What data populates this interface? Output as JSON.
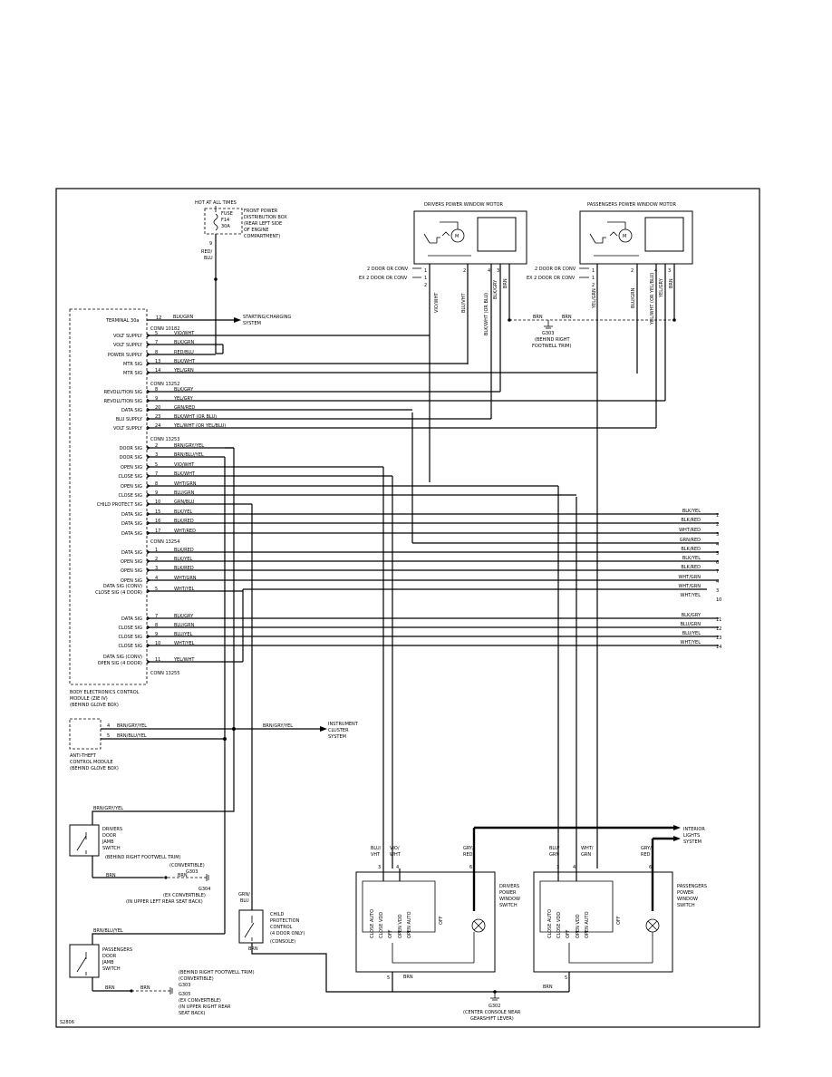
{
  "diagram_id": "S2806",
  "fuse": {
    "hot": "HOT AT ALL TIMES",
    "l1": "FUSE",
    "l2": "F14",
    "l3": "30A",
    "pin": "9",
    "wire1": "RED/",
    "wire2": "BLU",
    "box1": "FRONT POWER",
    "box2": "DISTRIBUTION BOX",
    "box3": "(REAR LEFT SIDE",
    "box4": "OF ENGINE",
    "box5": "COMPARTMENT)"
  },
  "driver_motor": {
    "title": "DRIVERS POWER WINDOW MOTOR",
    "motor": "M",
    "pins": [
      "1",
      "2",
      "4",
      "3"
    ],
    "wires": [
      "VIO/WHT",
      "BLU/VHT",
      "BLK/WHT (OR BLU)",
      "BLK/GRY",
      "BRN"
    ]
  },
  "passenger_motor": {
    "title": "PASSENGERS POWER WINDOW MOTOR",
    "motor": "M",
    "pins": [
      "1",
      "2",
      "4",
      "3"
    ],
    "wires": [
      "YEL/GRN",
      "BLU/GRN",
      "YEL/WHT (OR YEL/BLU)",
      "YEL/GRY",
      "BRN"
    ]
  },
  "door_labels": {
    "two_door": "2 DOOR OR CONV",
    "ex_two_door": "EX 2 DOOR OR CONV",
    "pin1": "1",
    "pin2": "2"
  },
  "g303_top": {
    "brn1": "BRN",
    "brn2": "BRN",
    "name": "G303",
    "loc1": "(BEHIND RIGHT",
    "loc2": "FOOTWELL TRIM)"
  },
  "terminal30": {
    "name": "TERMINAL 30a",
    "pin": "12",
    "wire": "BLK/GRN",
    "dest1": "STARTING/CHARGING",
    "dest2": "SYSTEM"
  },
  "connectors": [
    "CONN 10182",
    "CONN 13252",
    "CONN 13253",
    "CONN 13254",
    "CONN 13255"
  ],
  "pins_a": [
    {
      "label": "VOLT SUPPLY",
      "pin": "5",
      "wire": "VIO/WHT"
    },
    {
      "label": "VOLT SUPPLY",
      "pin": "7",
      "wire": "BLK/GRN"
    },
    {
      "label": "POWER SUPPLY",
      "pin": "8",
      "wire": "RED/BLU"
    },
    {
      "label": "MTR SIG",
      "pin": "13",
      "wire": "BLK/WHT"
    },
    {
      "label": "MTR SIG",
      "pin": "14",
      "wire": "YEL/GRN"
    }
  ],
  "pins_b": [
    {
      "label": "REVOLUTION SIG",
      "pin": "8",
      "wire": "BLK/GRY"
    },
    {
      "label": "REVOLUTION SIG",
      "pin": "9",
      "wire": "YEL/GRY"
    },
    {
      "label": "DATA SIG",
      "pin": "20",
      "wire": "GRN/RED"
    },
    {
      "label": "BLU SUPPLY",
      "pin": "23",
      "wire": "BLK/WHT (OR BLU)"
    },
    {
      "label": "VOLT SUPPLY",
      "pin": "24",
      "wire": "YEL/WHT (OR YEL/BLU)"
    }
  ],
  "pins_c": [
    {
      "label": "DOOR SIG",
      "pin": "2",
      "wire": "BRN/GRY/YEL"
    },
    {
      "label": "DOOR SIG",
      "pin": "3",
      "wire": "BRN/BLU/YEL"
    },
    {
      "label": "OPEN SIG",
      "pin": "5",
      "wire": "VIO/WHT"
    },
    {
      "label": "CLOSE SIG",
      "pin": "7",
      "wire": "BLK/WHT"
    },
    {
      "label": "OPEN SIG",
      "pin": "8",
      "wire": "WHT/GRN"
    },
    {
      "label": "CLOSE SIG",
      "pin": "9",
      "wire": "BLU/GRN"
    },
    {
      "label": "CHILD PROTECT SIG",
      "pin": "10",
      "wire": "GRN/BLU"
    },
    {
      "label": "DATA SIG",
      "pin": "15",
      "wire": "BLK/YEL"
    },
    {
      "label": "DATA SIG",
      "pin": "16",
      "wire": "BLK/RED"
    },
    {
      "label": "DATA SIG",
      "pin": "17",
      "wire": "WHT/RED"
    }
  ],
  "pins_d": [
    {
      "label": "DATA SIG",
      "pin": "1",
      "wire": "BLK/RED"
    },
    {
      "label": "OPEN SIG",
      "pin": "2",
      "wire": "BLK/YEL"
    },
    {
      "label": "OPEN SIG",
      "pin": "3",
      "wire": "BLK/RED"
    },
    {
      "label": "OPEN SIG",
      "pin": "4",
      "wire": "WHT/GRN"
    },
    {
      "label": "DATA SIG (CONV)",
      "label2": "CLOSE SIG (4 DOOR)",
      "pin": "5",
      "wire": "WHT/YEL"
    },
    {
      "label": "DATA SIG",
      "pin": "7",
      "wire": "BLK/GRY"
    },
    {
      "label": "CLOSE SIG",
      "pin": "8",
      "wire": "BLU/GRN"
    },
    {
      "label": "CLOSE SIG",
      "pin": "9",
      "wire": "BLU/YEL"
    },
    {
      "label": "CLOSE SIG",
      "pin": "10",
      "wire": "WHT/YEL"
    },
    {
      "label": "DATA SIG (CONV)",
      "label2": "OPEN SIG (4 DOOR)",
      "pin": "11",
      "wire": "YEL/WHT"
    }
  ],
  "right_wires": [
    {
      "wire": "BLK/YEL",
      "n": "1"
    },
    {
      "wire": "BLK/RED",
      "n": "2"
    },
    {
      "wire": "WHT/RED",
      "n": "3"
    },
    {
      "wire": "GRN/RED",
      "n": "4"
    },
    {
      "wire": "BLK/RED",
      "n": "5"
    },
    {
      "wire": "BLK/YEL",
      "n": "6"
    },
    {
      "wire": "BLK/RED",
      "n": "7"
    },
    {
      "wire": "WHT/GRN",
      "n": "4"
    },
    {
      "wire": "WHT/GRN",
      "n": "3"
    },
    {
      "wire": "WHT/YEL",
      "n": "10"
    },
    {
      "wire": "BLK/GRY",
      "n": "11"
    },
    {
      "wire": "BLU/GRN",
      "n": "12"
    },
    {
      "wire": "BLU/YEL",
      "n": "13"
    },
    {
      "wire": "WHT/YEL",
      "n": "14"
    }
  ],
  "module": {
    "l1": "BODY ELECTRONICS CONTROL",
    "l2": "MODULE (ZIE IV)",
    "l3": "(BEHIND GLOVE BOX)"
  },
  "antitheft": {
    "pin4": "4",
    "wire4": "BRN/GRY/YEL",
    "pin5": "5",
    "wire5": "BRN/BLU/YEL",
    "l1": "ANTI-THEFT",
    "l2": "CONTROL MODULE",
    "l3": "(BEHIND GLOVE BOX)",
    "out_wire": "BRN/GRY/YEL",
    "dest1": "INSTRUMENT",
    "dest2": "CLUSTER",
    "dest3": "SYSTEM"
  },
  "driver_jamb": {
    "wire": "BRN/GRY/YEL",
    "l1": "DRIVERS",
    "l2": "DOOR",
    "l3": "JAMB",
    "l4": "SWITCH",
    "note1": "(BEHIND RIGHT FOOTWELL TRIM)",
    "note2": "(CONVERTIBLE)",
    "g": "G303",
    "brn1": "BRN",
    "brn2": "BRN",
    "g2": "G304",
    "note3": "(EX CONVERTIBLE)",
    "note4": "(IN UPPER LEFT REAR SEAT BACK)"
  },
  "passenger_jamb": {
    "wire": "BRN/BLU/YEL",
    "l1": "PASSENGERS",
    "l2": "DOOR",
    "l3": "JAMB",
    "l4": "SWITCH",
    "brn1": "BRN",
    "brn2": "BRN",
    "note1": "(BEHIND RIGHT FOOTWELL TRIM)",
    "note2": "(CONVERTIBLE)",
    "g": "G303",
    "g2": "G305",
    "note3": "(EX CONVERTIBLE)",
    "note4": "(IN UPPER RIGHT REAR",
    "note5": "SEAT BACK)"
  },
  "child": {
    "wire1": "GRN/",
    "wire2": "BLU",
    "l1": "CHILD",
    "l2": "PROTECTION",
    "l3": "CONTROL",
    "l4": "(4 DOOR ONLY)",
    "l5": "(CONSOLE)",
    "brn": "BRN"
  },
  "driver_switch": {
    "w1a": "BLU/",
    "w1b": "VHT",
    "w2a": "VIO/",
    "w2b": "WHT",
    "w3a": "GRY/",
    "w3b": "RED",
    "p1": "3",
    "p2": "4",
    "p3": "6",
    "p5": "5",
    "sw": [
      "CLOSE AUTO",
      "CLOSE VDD",
      "OFF",
      "OPEN VDD",
      "OPEN AUTO",
      "OFF"
    ],
    "l1": "DRIVERS",
    "l2": "POWER",
    "l3": "WINDOW",
    "l4": "SWITCH",
    "brn": "BRN"
  },
  "passenger_switch": {
    "w1a": "BLU/",
    "w1b": "GRN",
    "w2a": "WHT/",
    "w2b": "GRN",
    "w3a": "GRY/",
    "w3b": "RED",
    "p1": "3",
    "p2": "4",
    "p3": "6",
    "p5": "5",
    "sw": [
      "CLOSE AUTO",
      "CLOSE VDD",
      "OFF",
      "OPEN VDD",
      "OPEN AUTO",
      "OFF"
    ],
    "l1": "PASSENGERS",
    "l2": "POWER",
    "l3": "WINDOW",
    "l4": "SWITCH",
    "brn": "BRN"
  },
  "interior": {
    "l1": "INTERIOR",
    "l2": "LIGHTS",
    "l3": "SYSTEM"
  },
  "g302": {
    "name": "G302",
    "l1": "(CENTER CONSOLE NEAR",
    "l2": "GEARSHIFT LEVER)"
  }
}
